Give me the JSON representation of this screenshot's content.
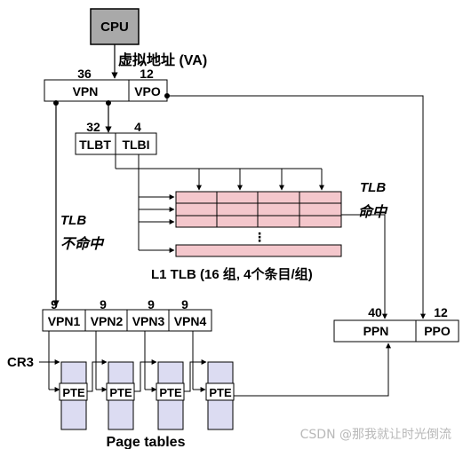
{
  "cpu": "CPU",
  "va_label": "虚拟地址 (VA)",
  "va": {
    "vpn_bits": "36",
    "vpo_bits": "12",
    "vpn": "VPN",
    "vpo": "VPO"
  },
  "tlb_split": {
    "tlbt_bits": "32",
    "tlbi_bits": "4",
    "tlbt": "TLBT",
    "tlbi": "TLBI"
  },
  "tlb_hit": {
    "line1": "TLB",
    "line2": "命中"
  },
  "tlb_miss": {
    "line1": "TLB",
    "line2": "不命中"
  },
  "tlb_caption": "L1 TLB (16 组, 4个条目/组)",
  "vpn_fields": [
    {
      "label": "VPN1",
      "bits": "9"
    },
    {
      "label": "VPN2",
      "bits": "9"
    },
    {
      "label": "VPN3",
      "bits": "9"
    },
    {
      "label": "VPN4",
      "bits": "9"
    }
  ],
  "cr3": "CR3",
  "pte": [
    "PTE",
    "PTE",
    "PTE",
    "PTE"
  ],
  "page_tables": "Page tables",
  "pa": {
    "ppn_bits": "40",
    "ppo_bits": "12",
    "ppn": "PPN",
    "ppo": "PPO"
  },
  "watermark": "CSDN @那我就让时光倒流",
  "colors": {
    "cpu_fill": "#a9a9a9",
    "tlb_fill": "#f4c7cc",
    "page_table_fill": "#dcdcf2",
    "line": "#000000"
  }
}
